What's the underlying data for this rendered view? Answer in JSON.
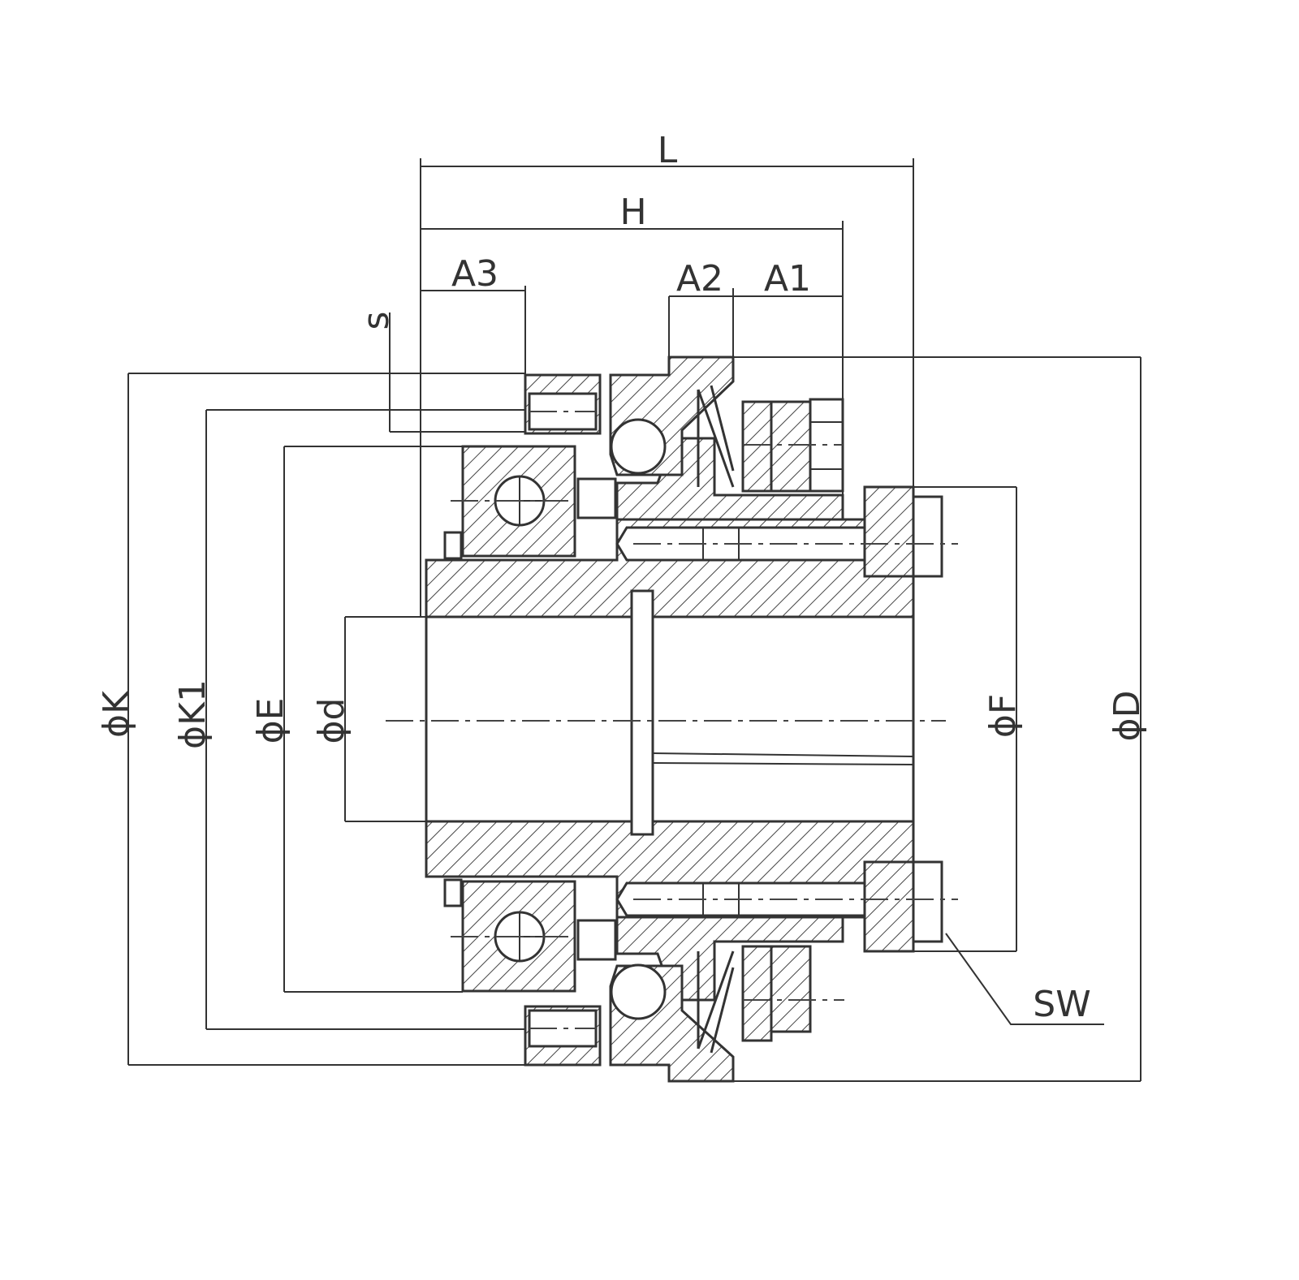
{
  "drawing": {
    "labels": {
      "L": "L",
      "H": "H",
      "A3": "A3",
      "A2": "A2",
      "A1": "A1",
      "s": "s",
      "phiK": "ϕK",
      "phiK1": "ϕK1",
      "phiE": "ϕE",
      "phid": "ϕd",
      "phiF": "ϕF",
      "phiD": "ϕD",
      "SW": "SW"
    },
    "colors": {
      "line": "#333333",
      "hatch": "#444444",
      "background": "#ffffff"
    }
  }
}
